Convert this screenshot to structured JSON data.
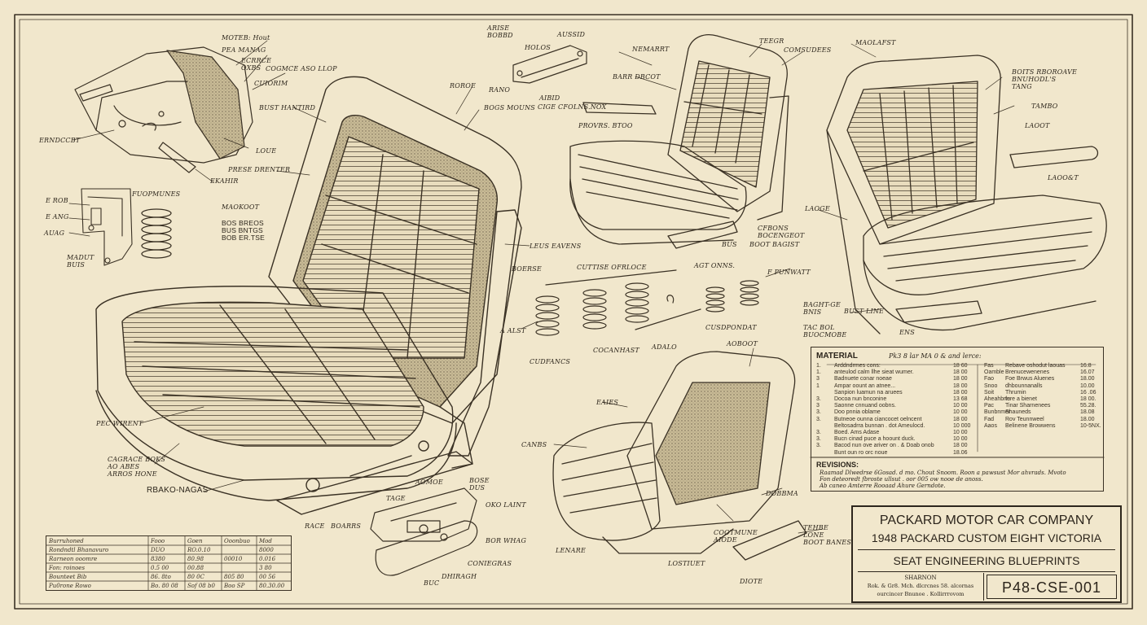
{
  "title_block": {
    "company": "PACKARD MOTOR CAR COMPANY",
    "model": "1948 PACKARD CUSTOM EIGHT VICTORIA",
    "subject": "SEAT ENGINEERING BLUEPRINTS",
    "small_line_1": "SHARNON",
    "small_line_2": "Rok. & Gr8. Mch. dlcrcnes 58. alcornas",
    "small_line_3": "ourcincer Bnunoe . Kollirrrovom",
    "drawing_number": "P48-CSE-001"
  },
  "material_panel": {
    "heading": "MATERIAL",
    "subheading": "Pk3 8 lar MA 0 & and lerce:",
    "rows_left": [
      [
        "1.",
        "Arddndrmes cons:",
        "18 60"
      ],
      [
        "1.",
        "anteulod calm llhe sieat wumer.",
        "18 00"
      ],
      [
        "3",
        "Badnuete conar noeae",
        "18 00"
      ],
      [
        "1",
        "Ampar oount an atnee...",
        "18 00"
      ],
      [
        "",
        "Sanpion luamun na aruees",
        "18 00"
      ],
      [
        "3.",
        "Docoa nun bnconine",
        "13 68"
      ],
      [
        "3",
        "Saonne cnnuand oobns.",
        "10 00"
      ],
      [
        "3.",
        "Doo pnnia oblame",
        "10 00"
      ],
      [
        "3.",
        "Butneoe ounna ciancocet oelncent",
        "18 00"
      ],
      [
        "",
        "Beltosadrra bunnan . dot Ameulocd.",
        "10 000"
      ],
      [
        "3.",
        "Boed. Ams Adase",
        "10 00"
      ],
      [
        "3.",
        "Bucn cinad puce a hoount duck.",
        "10 00"
      ],
      [
        "3.",
        "Bacod nun ove ariver on . & Doab onob",
        "18 00"
      ],
      [
        "",
        "Bunt oun ro orc noue",
        "18.06"
      ]
    ],
    "rows_right": [
      [
        "Fas",
        "Rebave oshodut laouas",
        "16.8"
      ],
      [
        "Oamble",
        "Brenucewenenes",
        "16.07"
      ],
      [
        "Fao",
        "Foe Brwus Aluenes",
        "18.00"
      ],
      [
        "Snoo",
        "dhbounnanalls",
        "10.00"
      ],
      [
        "Soit",
        "Thrumin",
        "16 .06"
      ],
      [
        "Aheahbrle",
        "ture a bienet",
        "18 00."
      ],
      [
        "Pac",
        "Tinar Sharnenees",
        "55.28."
      ],
      [
        "Bunbnmer",
        "Shauneds",
        "18.08"
      ],
      [
        "Fad",
        "Rov Teunnweel",
        "18.00"
      ],
      [
        "Aaos",
        "Belinene Browwens",
        "10-5NX."
      ]
    ],
    "revisions_heading": "REVISIONS:",
    "revisions": [
      "Raamad Dlwedrse 6Gosad. d mo. Chout Snoom. Roon a pawsust Mor ahvrads. Mvoto",
      "Fon deteoredt fbroste ullsut . oor 005 ow nooe de anoss.",
      "Ab caneo Amterre Rooaad Ahure Gerndote."
    ]
  },
  "parts_table": {
    "rows": [
      [
        "Burruhoned",
        "Fooo",
        "Goen",
        "Ooonbuo",
        "Mod"
      ],
      [
        "Rondndtl Bhanavuro",
        "DUO",
        "RO.0.10",
        "",
        "8000"
      ],
      [
        "Rarneon ooomre",
        "8380",
        "80.98",
        "00010",
        "0.016"
      ],
      [
        "Fon: roinoes",
        "0.5 00",
        "00.88",
        "",
        "3 80"
      ],
      [
        "Bounteet Bib",
        "86. 8to",
        "80 0C",
        "805 80",
        "00 56"
      ],
      [
        "Pu0rone Rowo",
        "Bo. 80 08",
        "Sof 08 b0",
        "Boo SP",
        "80.30.00"
      ]
    ]
  },
  "callouts": [
    {
      "id": "c1",
      "text": "MOTEB: Hout"
    },
    {
      "id": "c2",
      "text": "PEA MANAG"
    },
    {
      "id": "c3",
      "text": "ECRRCE\nOXBS"
    },
    {
      "id": "c4",
      "text": "COGMCE ASO LLOP"
    },
    {
      "id": "c5",
      "text": "CUIORIM"
    },
    {
      "id": "c6",
      "text": "ERNDCCBT"
    },
    {
      "id": "c7",
      "text": "LOUE"
    },
    {
      "id": "c8",
      "text": "EKAHIR"
    },
    {
      "id": "c9",
      "text": "BUST HANTIRD"
    },
    {
      "id": "c10",
      "text": "PRESE DRENTER"
    },
    {
      "id": "c11",
      "text": "E ROB"
    },
    {
      "id": "c12",
      "text": "E ANG"
    },
    {
      "id": "c13",
      "text": "AUAG"
    },
    {
      "id": "c14",
      "text": "FUOPMUNES"
    },
    {
      "id": "c15",
      "text": "MADUT\nBUIS"
    },
    {
      "id": "c16",
      "text": "MAOKOOT"
    },
    {
      "id": "c17",
      "text": "BOS BREOS\nBUS BNTGS\nBOB ER.TSE"
    },
    {
      "id": "c18",
      "text": "PEC WIRENT"
    },
    {
      "id": "c19",
      "text": "CAGRACE BOKS\nAO ABES\nARROS HONE"
    },
    {
      "id": "c20",
      "text": "RBAKO-NAGAS"
    },
    {
      "id": "c21",
      "text": "ARISE\nBOBBD"
    },
    {
      "id": "c22",
      "text": "AUSSID"
    },
    {
      "id": "c23",
      "text": "HOLOS"
    },
    {
      "id": "c24",
      "text": "RANO"
    },
    {
      "id": "c25",
      "text": "AIBID"
    },
    {
      "id": "c26",
      "text": "CIGE CFOLNS.NOX"
    },
    {
      "id": "c27",
      "text": "ROROE"
    },
    {
      "id": "c28",
      "text": "BOGS MOUNS"
    },
    {
      "id": "c29",
      "text": "NEMARRT"
    },
    {
      "id": "c30",
      "text": "TEEGR"
    },
    {
      "id": "c31",
      "text": "COMSUDEES"
    },
    {
      "id": "c32",
      "text": "BARR DBCOT"
    },
    {
      "id": "c33",
      "text": "PROVRS. BTOO"
    },
    {
      "id": "c34",
      "text": "CFBONS\nBOCENGEOT"
    },
    {
      "id": "c35",
      "text": "BUS"
    },
    {
      "id": "c36",
      "text": "BOOT BAGIST"
    },
    {
      "id": "c37",
      "text": "MAOLAFST"
    },
    {
      "id": "c38",
      "text": "BOITS RBOROAVE\nBNUHODL'S\nTANG"
    },
    {
      "id": "c39",
      "text": "TAMBO"
    },
    {
      "id": "c40",
      "text": "LAOOT"
    },
    {
      "id": "c41",
      "text": "LAOO&T"
    },
    {
      "id": "c42",
      "text": "LAOGE"
    },
    {
      "id": "c43",
      "text": "LEUS EAVENS"
    },
    {
      "id": "c44",
      "text": "BOERSE"
    },
    {
      "id": "c45",
      "text": "CUTTISE OFRLOCE"
    },
    {
      "id": "c46",
      "text": "AGT ONNS."
    },
    {
      "id": "c47",
      "text": "F PUNWATT"
    },
    {
      "id": "c48",
      "text": "A ALST"
    },
    {
      "id": "c49",
      "text": "CUDFANCS"
    },
    {
      "id": "c50",
      "text": "COCANHAST"
    },
    {
      "id": "c51",
      "text": "ADALO"
    },
    {
      "id": "c52",
      "text": "CUSDPONDAT"
    },
    {
      "id": "c53",
      "text": "BAGHT-GE\nBNIS"
    },
    {
      "id": "c54",
      "text": "BUST LINE"
    },
    {
      "id": "c55",
      "text": "TAC BOL\nBUOCMOBE"
    },
    {
      "id": "c56",
      "text": "ENS"
    },
    {
      "id": "c57",
      "text": "AOBOOT"
    },
    {
      "id": "c58",
      "text": "EAIES"
    },
    {
      "id": "c59",
      "text": "CANBS"
    },
    {
      "id": "c60",
      "text": "BOSE\nDUS"
    },
    {
      "id": "c61",
      "text": "TAGE"
    },
    {
      "id": "c62",
      "text": "AOMOE"
    },
    {
      "id": "c63",
      "text": "OKO LAINT"
    },
    {
      "id": "c64",
      "text": "RACE"
    },
    {
      "id": "c65",
      "text": "BOARRS"
    },
    {
      "id": "c66",
      "text": "BOR WHAG"
    },
    {
      "id": "c67",
      "text": "CONIEGRAS"
    },
    {
      "id": "c68",
      "text": "DHIRAGH"
    },
    {
      "id": "c69",
      "text": "BUC"
    },
    {
      "id": "c70",
      "text": "LENARE"
    },
    {
      "id": "c71",
      "text": "COOTMUNE\nAIODE"
    },
    {
      "id": "c72",
      "text": "LOSTIUET"
    },
    {
      "id": "c73",
      "text": "DOBBMA"
    },
    {
      "id": "c74",
      "text": "TEHBE\nLONE\nBOOT BANES"
    },
    {
      "id": "c75",
      "text": "DIOTE"
    }
  ]
}
